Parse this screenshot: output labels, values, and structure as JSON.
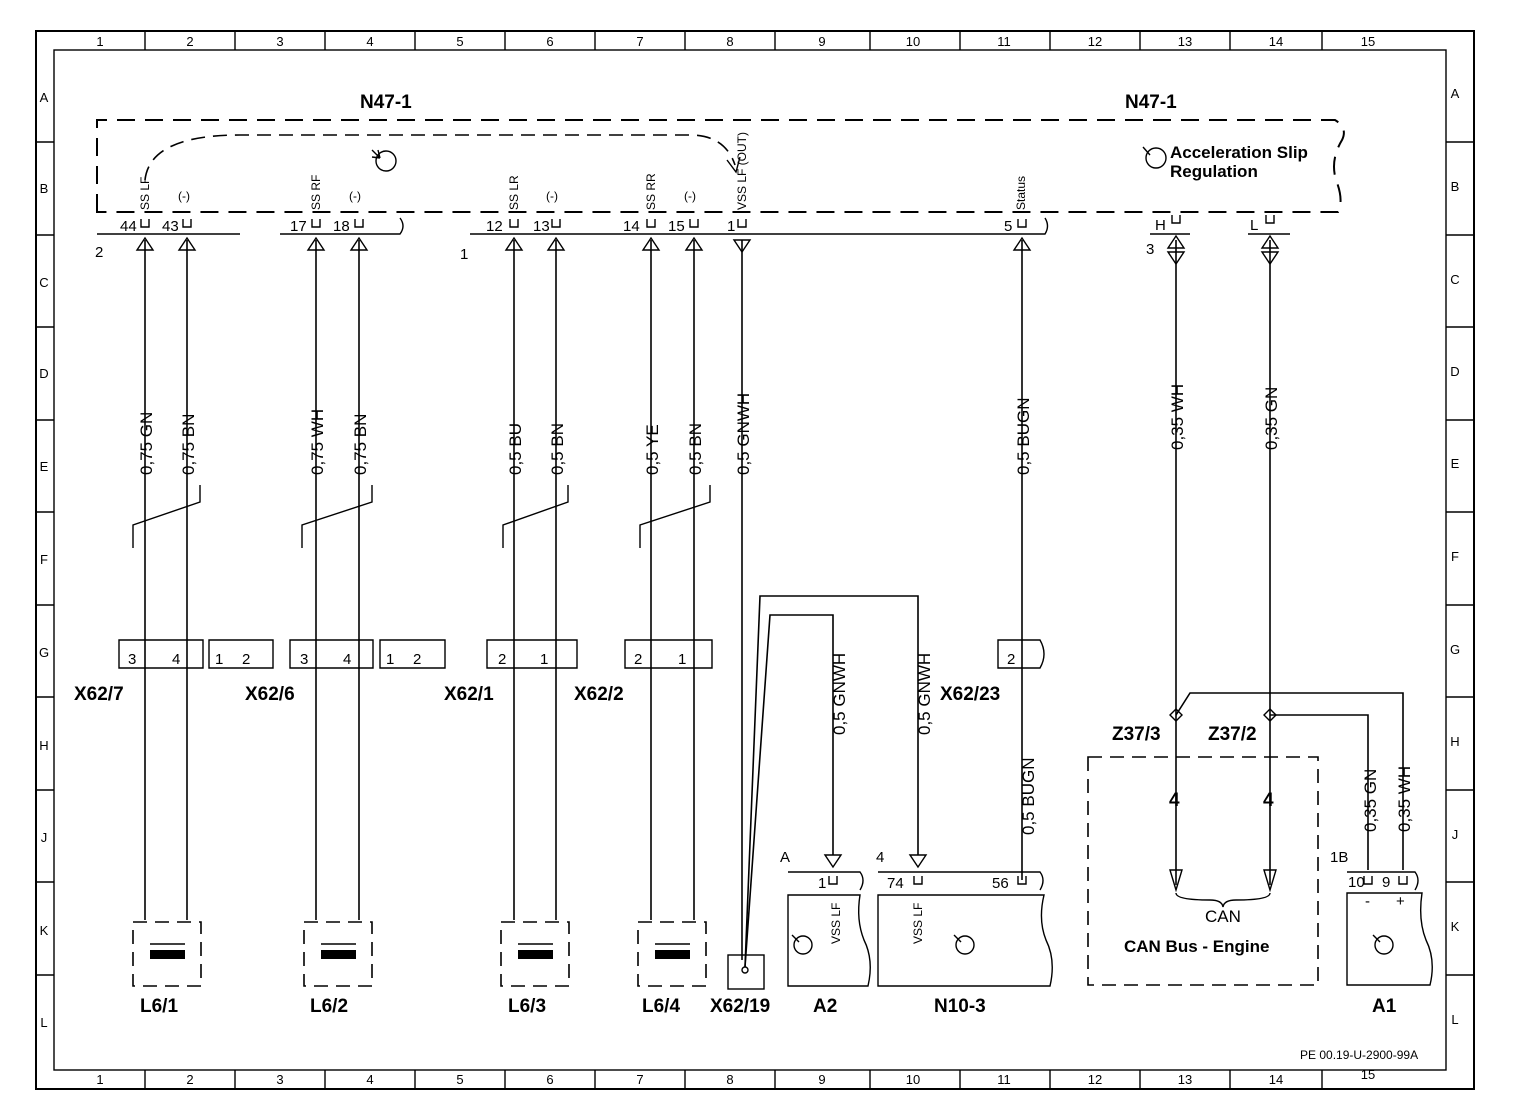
{
  "grid": {
    "columns": [
      "1",
      "2",
      "3",
      "4",
      "5",
      "6",
      "7",
      "8",
      "9",
      "10",
      "11",
      "12",
      "13",
      "14",
      "15"
    ],
    "rows": [
      "A",
      "B",
      "C",
      "D",
      "E",
      "F",
      "G",
      "H",
      "J",
      "K",
      "L"
    ]
  },
  "modules": {
    "n47_left": "N47-1",
    "n47_right": "N47-1",
    "asr_line1": "Acceleration Slip",
    "asr_line2": "Regulation"
  },
  "connector_numbers": {
    "c2": "2",
    "c1": "1",
    "c3": "3",
    "cL": "L",
    "cH": "H"
  },
  "pins": [
    {
      "num": "44",
      "sig": "SS LF"
    },
    {
      "num": "43",
      "sig": "(-)"
    },
    {
      "num": "17",
      "sig": "SS RF"
    },
    {
      "num": "18",
      "sig": "(-)"
    },
    {
      "num": "12",
      "sig": "SS LR"
    },
    {
      "num": "13",
      "sig": "(-)"
    },
    {
      "num": "14",
      "sig": "SS RR"
    },
    {
      "num": "15",
      "sig": "(-)"
    },
    {
      "num": "1",
      "sig": "VSS LF (OUT)"
    },
    {
      "num": "5",
      "sig": "Status"
    }
  ],
  "wires": [
    "0,75 GN",
    "0,75 BN",
    "0,75 WH",
    "0,75 BN",
    "0,5 BU",
    "0,5 BN",
    "0,5 YE",
    "0,5 BN",
    "0,5 GNWH",
    "0,5 BUGN",
    "0,35 WH",
    "0,35 GN"
  ],
  "lower_wires": [
    "0,5 GNWH",
    "0,5 GNWH",
    "0,5 BUGN",
    "0,35 GN",
    "0,35 WH"
  ],
  "connectors": {
    "x62_7": "X62/7",
    "x62_6": "X62/6",
    "x62_1": "X62/1",
    "x62_2": "X62/2",
    "x62_23": "X62/23",
    "x62_19": "X62/19",
    "pins_x62_7": [
      "3",
      "4"
    ],
    "pins_x62_6_spare": [
      "1",
      "2"
    ],
    "pins_x62_6": [
      "3",
      "4"
    ],
    "pins_x62_6b_spare": [
      "1",
      "2"
    ],
    "pins_x62_1": [
      "2",
      "1"
    ],
    "pins_x62_2": [
      "2",
      "1"
    ],
    "pins_x62_23": [
      "2"
    ]
  },
  "sensors": [
    "L6/1",
    "L6/2",
    "L6/3",
    "L6/4"
  ],
  "components": {
    "a2": "A2",
    "a2_conn": "A",
    "a2_pin": "1",
    "a2_sig": "VSS LF",
    "n10": "N10-3",
    "n10_conn": "4",
    "n10_pin74": "74",
    "n10_pin56": "56",
    "n10_sig": "VSS LF",
    "z37_3": "Z37/3",
    "z37_2": "Z37/2",
    "can_pin_left": "4",
    "can_pin_right": "4",
    "can_label": "CAN",
    "can_bus": "CAN Bus - Engine",
    "a1": "A1",
    "a1_conn": "1B",
    "a1_pin10": "10",
    "a1_pin9": "9",
    "a1_minus": "-",
    "a1_plus": "+"
  },
  "footer": {
    "ref": "PE 00.19-U-2900-99A"
  }
}
